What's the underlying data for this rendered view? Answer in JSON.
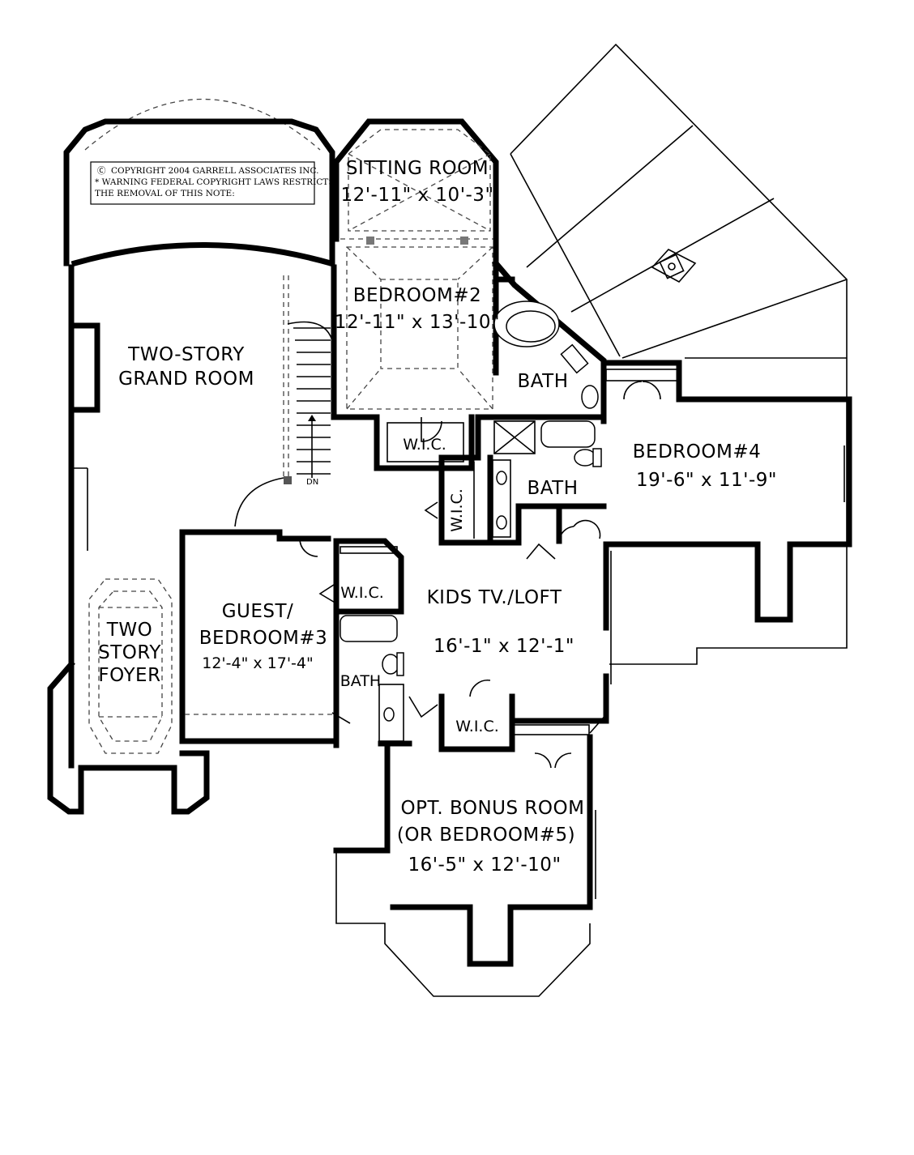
{
  "copyright_note": {
    "line1": "COPYRIGHT 2004 GARRELL ASSOCIATES INC.",
    "line2": "* WARNING FEDERAL COPYRIGHT LAWS RESTRICTS",
    "line3": "THE REMOVAL OF THIS NOTE:",
    "symbol": "C"
  },
  "rooms": {
    "sitting_room": {
      "name": "SITTING ROOM",
      "dims": "12'-11\" x 10'-3\""
    },
    "bedroom2": {
      "name": "BEDROOM#2",
      "dims": "12'-11\" x 13'-10\""
    },
    "grand_room": {
      "line1": "TWO-STORY",
      "line2": "GRAND ROOM"
    },
    "bath_master": {
      "name": "BATH"
    },
    "wic_bed2": {
      "name": "W.I.C."
    },
    "bedroom4": {
      "name": "BEDROOM#4",
      "dims": "19'-6\" x 11'-9\""
    },
    "bath_bed4": {
      "name": "BATH"
    },
    "wic_vertical": {
      "name": "W.I.C."
    },
    "guest_bedroom3": {
      "line1": "GUEST/",
      "line2": "BEDROOM#3",
      "dims": "12'-4\" x 17'-4\""
    },
    "wic_guest": {
      "name": "W.I.C."
    },
    "bath_guest": {
      "name": "BATH"
    },
    "kids_loft": {
      "name": "KIDS TV./LOFT",
      "dims": "16'-1\" x 12'-1\""
    },
    "wic_loft": {
      "name": "W.I.C."
    },
    "foyer": {
      "line1": "TWO",
      "line2": "STORY",
      "line3": "FOYER"
    },
    "bonus_room": {
      "line1": "OPT. BONUS ROOM",
      "line2": "(OR BEDROOM#5)",
      "dims": "16'-5\" x 12'-10\""
    }
  },
  "stair_label": "DN"
}
